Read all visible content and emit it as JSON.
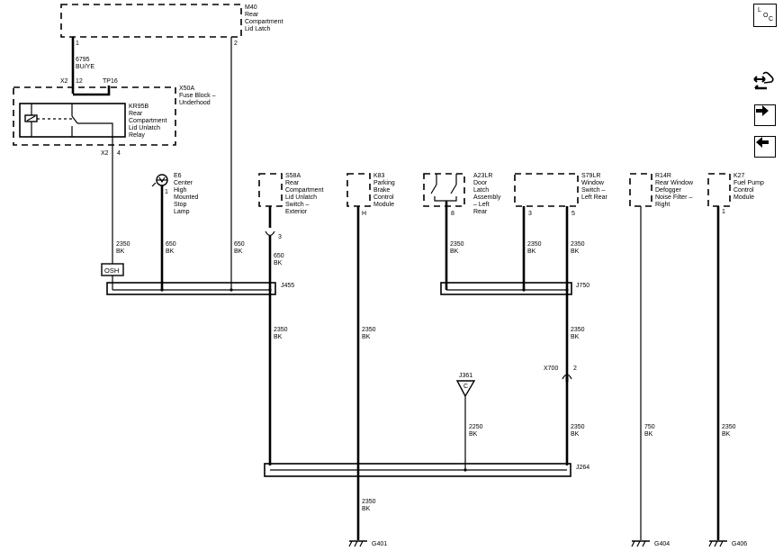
{
  "components": {
    "m40": {
      "id": "M40",
      "lines": [
        "Rear",
        "Compartment",
        "Lid Latch"
      ]
    },
    "x50a": {
      "id": "X50A",
      "lines": [
        "Fuse Block –",
        "Underhood"
      ]
    },
    "kr95b": {
      "id": "KR95B",
      "lines": [
        "Rear",
        "Compartment",
        "Lid Unlatch",
        "Relay"
      ]
    },
    "e6": {
      "id": "E6",
      "lines": [
        "Center",
        "High",
        "Mounted",
        "Stop",
        "Lamp"
      ]
    },
    "s58a": {
      "id": "S58A",
      "lines": [
        "Rear",
        "Compartment",
        "Lid Unlatch",
        "Switch –",
        "Exterior"
      ]
    },
    "k83": {
      "id": "K83",
      "lines": [
        "Parking",
        "Brake",
        "Control",
        "Module"
      ]
    },
    "a23lr": {
      "id": "A23LR",
      "lines": [
        "Door",
        "Latch",
        "Assembly",
        "– Left",
        "Rear"
      ]
    },
    "s79lr": {
      "id": "S79LR",
      "lines": [
        "Window",
        "Switch –",
        "Left Rear"
      ]
    },
    "r14r": {
      "id": "R14R",
      "lines": [
        "Rear Window",
        "Defogger",
        "Noise Filter –",
        "Right"
      ]
    },
    "k27": {
      "id": "K27",
      "lines": [
        "Fuel Pump",
        "Control",
        "Module"
      ]
    }
  },
  "pins": {
    "m40_1": "1",
    "m40_2": "2",
    "x2_a": "X2",
    "x50a_12": "12",
    "tp16": "TP16",
    "x2_b": "X2",
    "x50a_4": "4",
    "e6_1": "1",
    "s58a_3": "3",
    "k83_h": "H",
    "a23lr_8": "8",
    "s79lr_3": "3",
    "s79lr_5": "5",
    "k27_1": "1",
    "x700": "X700",
    "x700_2": "2"
  },
  "wires": {
    "w6795": {
      "circuit": "6795",
      "color": "BU/YE"
    },
    "w_relay": {
      "circuit": "2350",
      "color": "BK"
    },
    "w_e6": {
      "circuit": "650",
      "color": "BK"
    },
    "w_m40_2": {
      "circuit": "650",
      "color": "BK"
    },
    "w_s58a": {
      "circuit": "650",
      "color": "BK"
    },
    "w_j455_down": {
      "circuit": "2350",
      "color": "BK"
    },
    "w_k83": {
      "circuit": "2350",
      "color": "BK"
    },
    "w_a23lr": {
      "circuit": "2350",
      "color": "BK"
    },
    "w_s79lr_3": {
      "circuit": "2350",
      "color": "BK"
    },
    "w_s79lr_5": {
      "circuit": "2350",
      "color": "BK"
    },
    "w_j750_down": {
      "circuit": "2350",
      "color": "BK"
    },
    "w_x700_down": {
      "circuit": "2350",
      "color": "BK"
    },
    "w_j361": {
      "circuit": "2250",
      "color": "BK"
    },
    "w_g401": {
      "circuit": "2350",
      "color": "BK"
    },
    "w_r14r": {
      "circuit": "750",
      "color": "BK"
    },
    "w_k27": {
      "circuit": "2350",
      "color": "BK"
    }
  },
  "splices": {
    "j455": "J455",
    "j750": "J750",
    "j264": "J264",
    "j361": "J361",
    "j361_letter": "C"
  },
  "osh": "OSH",
  "grounds": {
    "g401": "G401",
    "g404": "G404",
    "g406": "G406"
  },
  "nav": {
    "loc": {
      "l": "L",
      "o": "O",
      "c": "C"
    },
    "icons": [
      "hand-swap-icon",
      "arrow-right-icon",
      "arrow-left-icon"
    ]
  }
}
